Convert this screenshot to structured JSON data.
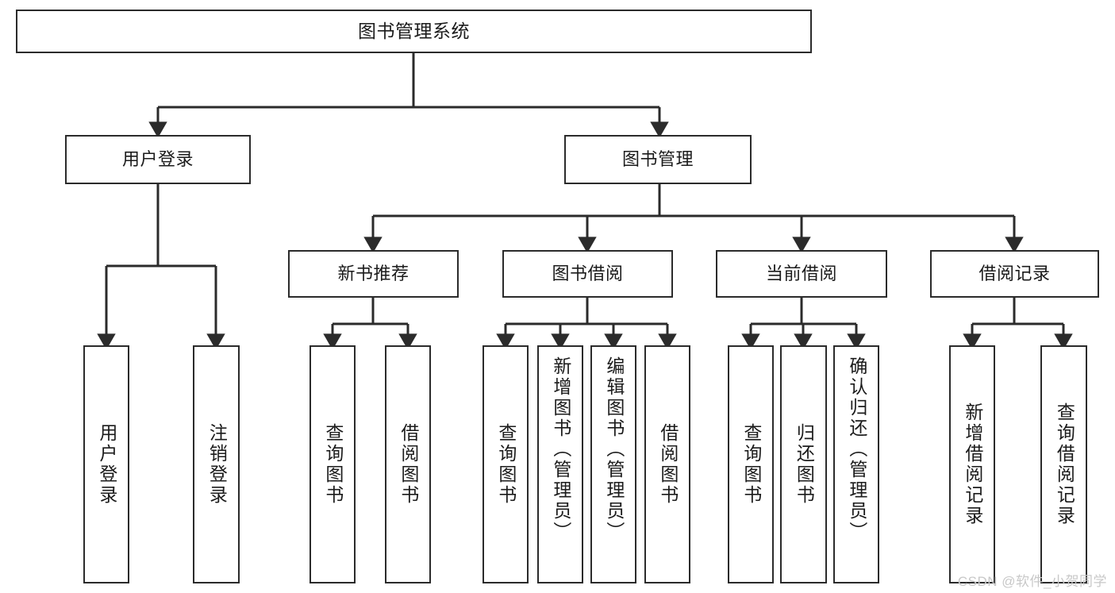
{
  "diagram": {
    "title_node": {
      "id": "root",
      "label": "图书管理系统"
    },
    "level2": [
      {
        "id": "user-login",
        "label": "用户登录"
      },
      {
        "id": "book-management",
        "label": "图书管理"
      }
    ],
    "level3": [
      {
        "id": "new-book-recommend",
        "label": "新书推荐"
      },
      {
        "id": "book-borrow",
        "label": "图书借阅"
      },
      {
        "id": "current-borrow",
        "label": "当前借阅"
      },
      {
        "id": "borrow-record",
        "label": "借阅记录"
      }
    ],
    "leaves": [
      {
        "id": "leaf-user-login",
        "parent": "user-login",
        "label": "用户登录"
      },
      {
        "id": "leaf-logout",
        "parent": "user-login",
        "label": "注销登录"
      },
      {
        "id": "leaf-query-book-1",
        "parent": "new-book-recommend",
        "label": "查询图书"
      },
      {
        "id": "leaf-borrow-book-1",
        "parent": "new-book-recommend",
        "label": "借阅图书"
      },
      {
        "id": "leaf-query-book-2",
        "parent": "book-borrow",
        "label": "查询图书"
      },
      {
        "id": "leaf-add-book",
        "parent": "book-borrow",
        "label": "新增图书（管理员）"
      },
      {
        "id": "leaf-edit-book",
        "parent": "book-borrow",
        "label": "编辑图书（管理员）"
      },
      {
        "id": "leaf-borrow-book-2",
        "parent": "book-borrow",
        "label": "借阅图书"
      },
      {
        "id": "leaf-query-book-3",
        "parent": "current-borrow",
        "label": "查询图书"
      },
      {
        "id": "leaf-return-book",
        "parent": "current-borrow",
        "label": "归还图书"
      },
      {
        "id": "leaf-confirm-return",
        "parent": "current-borrow",
        "label": "确认归还（管理员）"
      },
      {
        "id": "leaf-add-record",
        "parent": "borrow-record",
        "label": "新增借阅记录"
      },
      {
        "id": "leaf-query-record",
        "parent": "borrow-record",
        "label": "查询借阅记录"
      }
    ]
  },
  "watermark": {
    "text": "CSDN @软件_小贺同学"
  },
  "colors": {
    "stroke": "#2b2b2b",
    "fill": "#ffffff",
    "text": "#1b1b1b",
    "watermark": "#c8c8c8"
  }
}
